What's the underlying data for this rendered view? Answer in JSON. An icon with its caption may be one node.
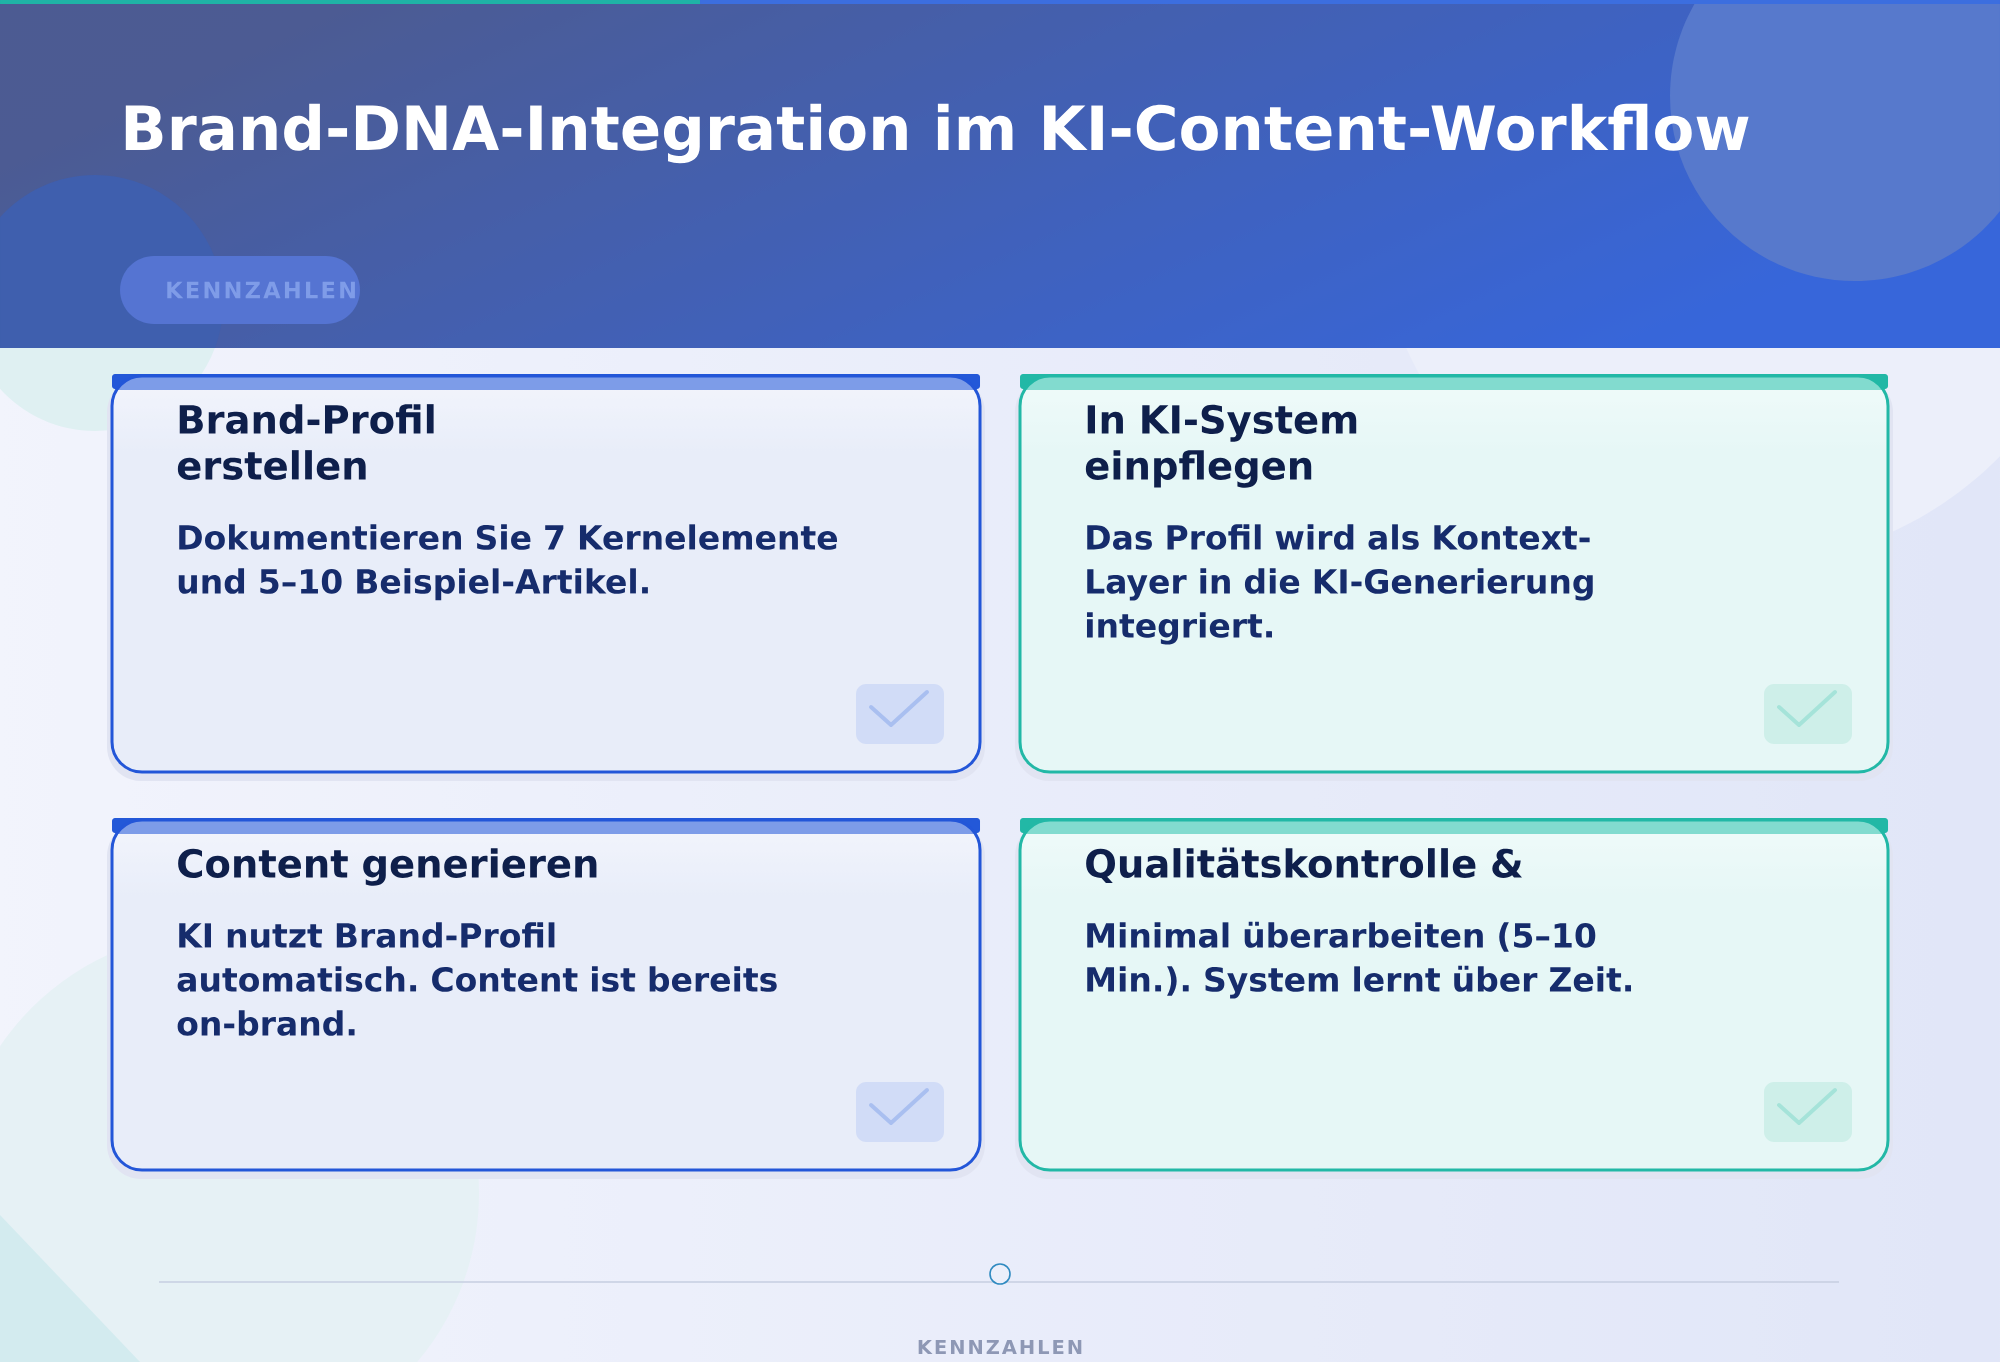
{
  "diagram": {
    "title": "Brand-DNA-Integration im KI-Content-Workflow",
    "nodes": [
      {
        "text": [
          "KENNZAHLEN"
        ]
      },
      {
        "text": [
          "Brand-Profil erstellen",
          "Dokumentieren Sie 7 Kernelemente und 5–10 Beispiel-Artikel."
        ]
      },
      {
        "text": [
          "In KI-System einpflegen",
          "Das Profil wird als Kontext-Layer in die KI-Generierung integriert."
        ]
      },
      {
        "text": [
          "Content generieren",
          "KI nutzt Brand-Profil automatisch. Content ist bereits on-brand."
        ]
      },
      {
        "text": [
          "Qualitätskontrolle &",
          "Minimal überarbeiten (5–10 Min.). System lernt über Zeit."
        ]
      }
    ],
    "labels": [
      "KENNZAHLEN"
    ]
  }
}
